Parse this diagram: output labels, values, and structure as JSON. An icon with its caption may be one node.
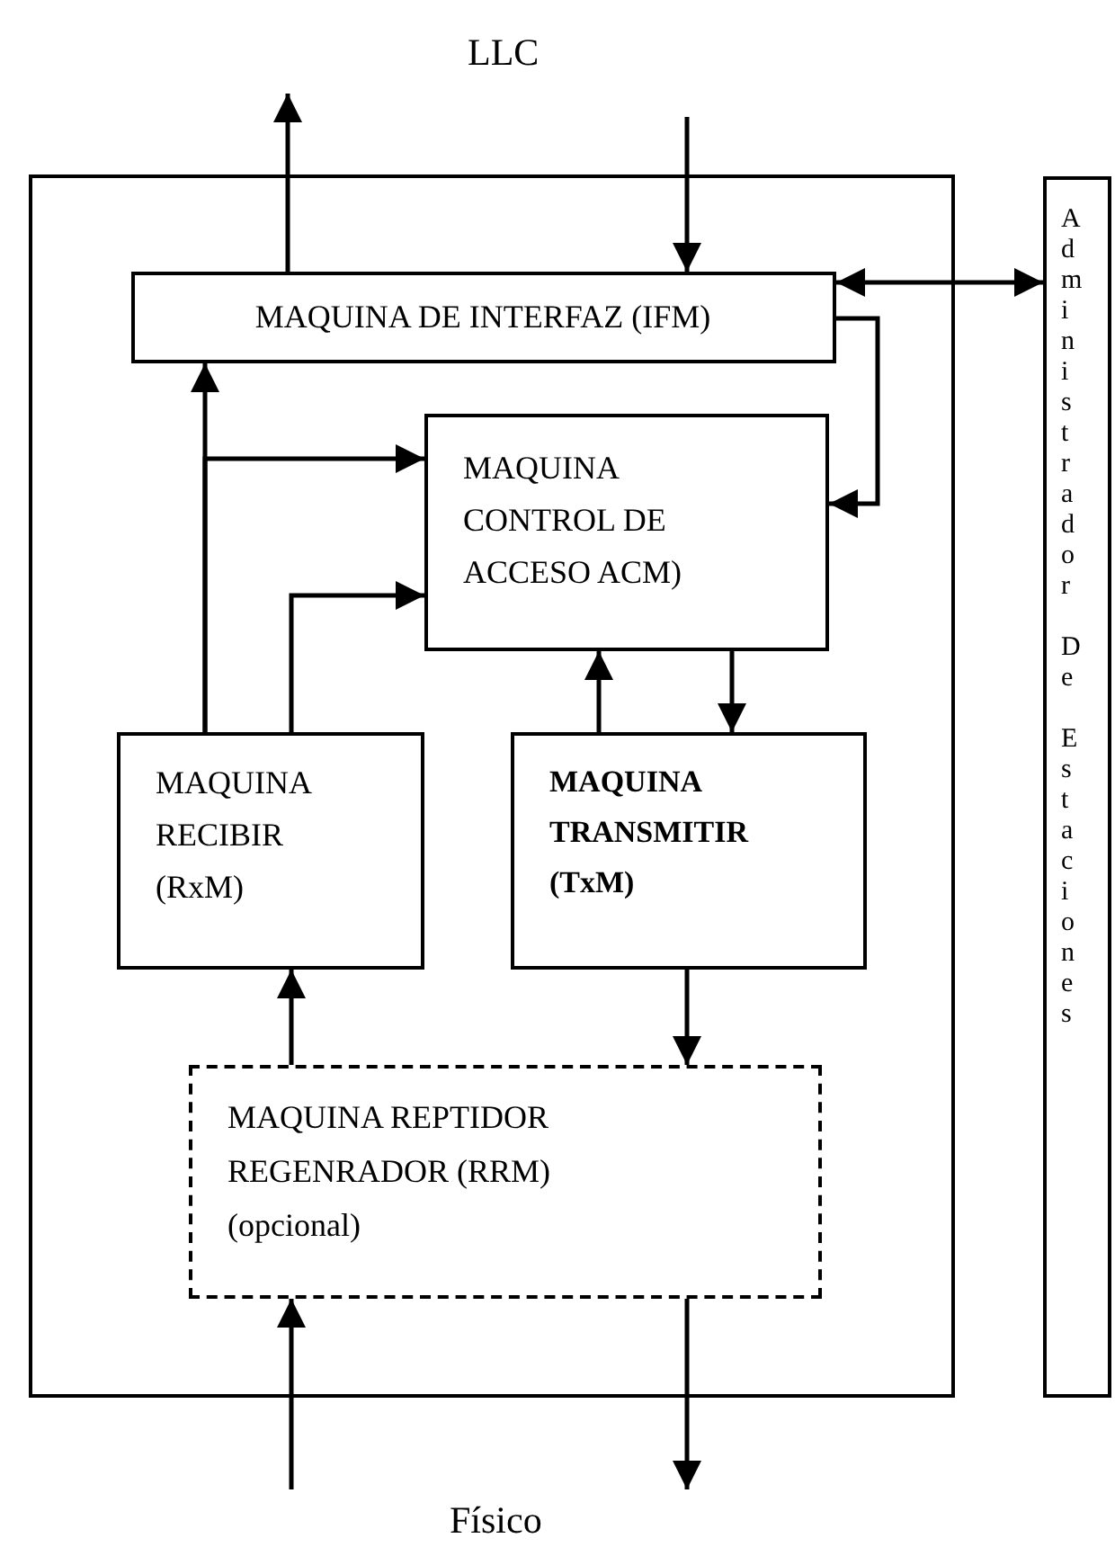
{
  "diagram": {
    "nodes": [
      {
        "text": [],
        "shape": "box"
      },
      {
        "text": [
          "MAQUINA DE INTERFAZ (IFM)"
        ],
        "in": 0
      },
      {
        "text": [
          "MAQUINA CONTROL DE ACCESO  ACM)"
        ],
        "in": 0
      },
      {
        "text": [
          "MAQUINA RECIBIR (RxM)"
        ],
        "in": 0
      },
      {
        "text": [
          "MAQUINA TRANSMITIR (TxM)"
        ],
        "in": 0
      },
      {
        "text": [
          "MAQUINA REPTIDOR REGENRADOR (RRM) (opcional)"
        ],
        "in": 0
      },
      {
        "text": [
          "Administrador De Estaciones"
        ]
      }
    ],
    "edges": [
      {
        "from": 1,
        "to": null,
        "arrow": "to"
      },
      {
        "from": null,
        "to": 1,
        "arrow": "to"
      },
      {
        "from": 1,
        "to": 6,
        "arrow": "both"
      },
      {
        "from": 1,
        "to": 2,
        "arrow": "to"
      },
      {
        "from": 3,
        "to": 1,
        "arrow": "to"
      },
      {
        "from": 3,
        "to": 2,
        "arrow": "to"
      },
      {
        "from": 3,
        "to": 2,
        "arrow": "to"
      },
      {
        "from": 4,
        "to": 2,
        "arrow": "to"
      },
      {
        "from": 2,
        "to": 4,
        "arrow": "to"
      },
      {
        "from": 5,
        "to": 3,
        "arrow": "to"
      },
      {
        "from": 4,
        "to": 5,
        "arrow": "to"
      },
      {
        "from": null,
        "to": 5,
        "arrow": "to"
      },
      {
        "from": 5,
        "to": null,
        "arrow": "to"
      }
    ],
    "labels": [
      "LLC",
      "Físico"
    ]
  }
}
